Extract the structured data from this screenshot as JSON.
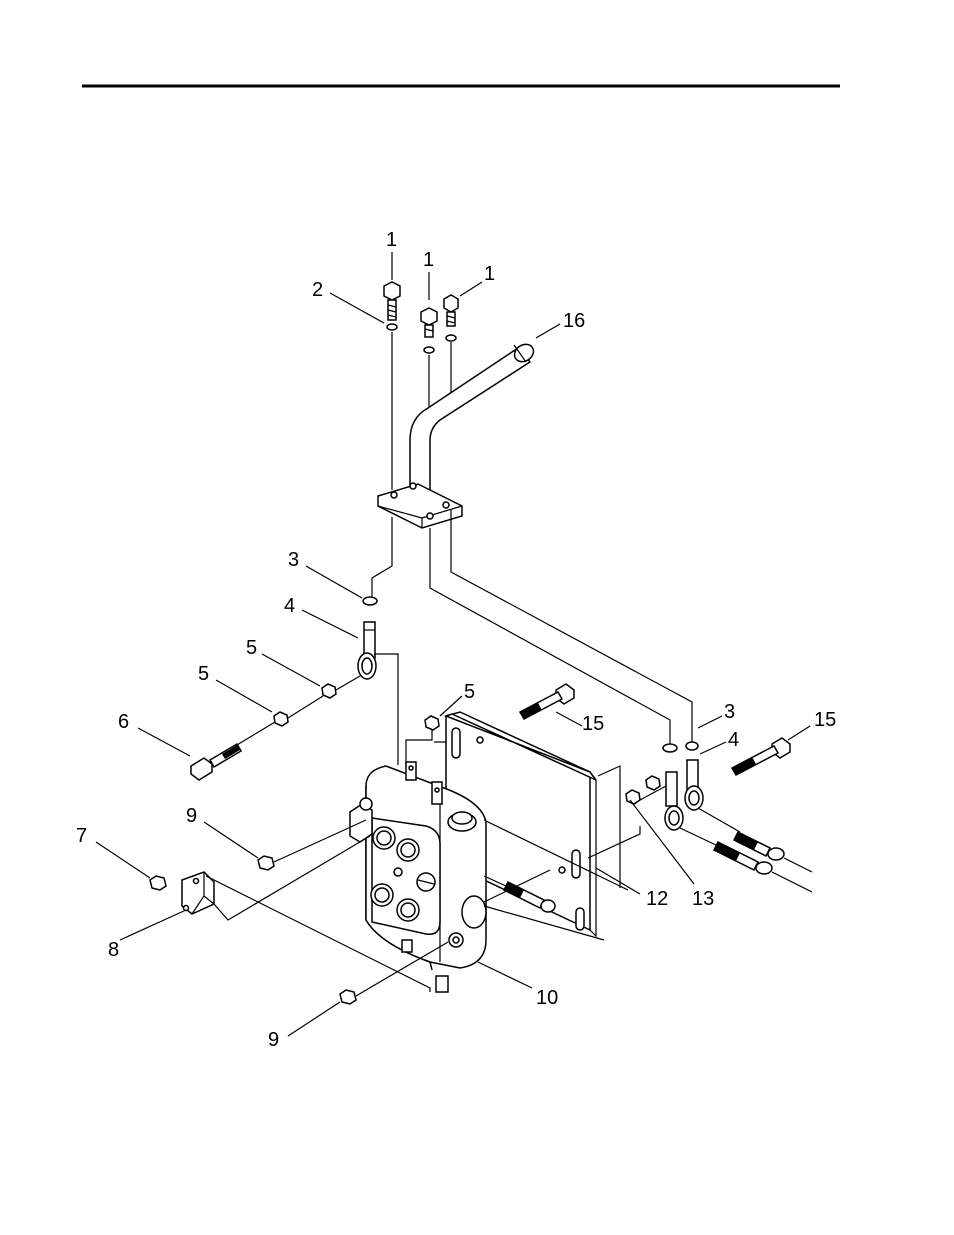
{
  "callouts": [
    {
      "id": "c1a",
      "text": "1"
    },
    {
      "id": "c1b",
      "text": "1"
    },
    {
      "id": "c1c",
      "text": "1"
    },
    {
      "id": "c2",
      "text": "2"
    },
    {
      "id": "c16",
      "text": "16"
    },
    {
      "id": "c3a",
      "text": "3"
    },
    {
      "id": "c4a",
      "text": "4"
    },
    {
      "id": "c5a",
      "text": "5"
    },
    {
      "id": "c5b",
      "text": "5"
    },
    {
      "id": "c6",
      "text": "6"
    },
    {
      "id": "c5c",
      "text": "5"
    },
    {
      "id": "c15a",
      "text": "15"
    },
    {
      "id": "c3b",
      "text": "3"
    },
    {
      "id": "c15b",
      "text": "15"
    },
    {
      "id": "c4b",
      "text": "4"
    },
    {
      "id": "c9a",
      "text": "9"
    },
    {
      "id": "c7",
      "text": "7"
    },
    {
      "id": "c8",
      "text": "8"
    },
    {
      "id": "c12",
      "text": "12"
    },
    {
      "id": "c13",
      "text": "13"
    },
    {
      "id": "c10",
      "text": "10"
    },
    {
      "id": "c9b",
      "text": "9"
    }
  ]
}
